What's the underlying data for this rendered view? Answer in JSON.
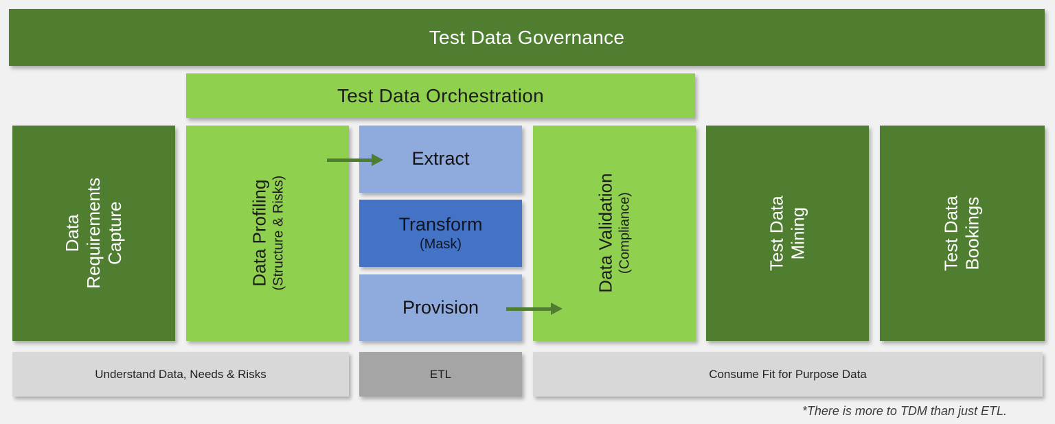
{
  "page": {
    "background": "#f1f1f1",
    "footnote": "*There is more to TDM than just ETL."
  },
  "colors": {
    "dark_green": "#4f7e31",
    "light_green": "#8fd04e",
    "light_blue": "#8faadc",
    "medium_blue": "#4472c4",
    "light_gray": "#d8d8d8",
    "medium_gray": "#a5a5a5",
    "arrow_green": "#4f7e31",
    "text_on_dark": "#ffffff",
    "text_on_light": "#1c1c1c"
  },
  "banners": {
    "governance": "Test Data Governance",
    "orchestration": "Test Data Orchestration"
  },
  "columns": {
    "requirements": {
      "line1": "Data",
      "line2": "Requirements",
      "line3": "Capture"
    },
    "profiling": {
      "title": "Data Profiling",
      "subtitle": "(Structure & Risks)"
    },
    "validation": {
      "title": "Data Validation",
      "subtitle": "(Compliance)"
    },
    "mining": {
      "line1": "Test Data",
      "line2": "Mining"
    },
    "bookings": {
      "line1": "Test Data",
      "line2": "Bookings"
    }
  },
  "etl_stack": {
    "extract": "Extract",
    "transform": "Transform",
    "transform_sub": "(Mask)",
    "provision": "Provision"
  },
  "bottom_row": {
    "understand": "Understand Data, Needs & Risks",
    "etl": "ETL",
    "consume": "Consume Fit for Purpose Data"
  },
  "icons": {
    "arrow_profiling_to_extract": "right-arrow",
    "arrow_provision_to_validation": "right-arrow"
  }
}
